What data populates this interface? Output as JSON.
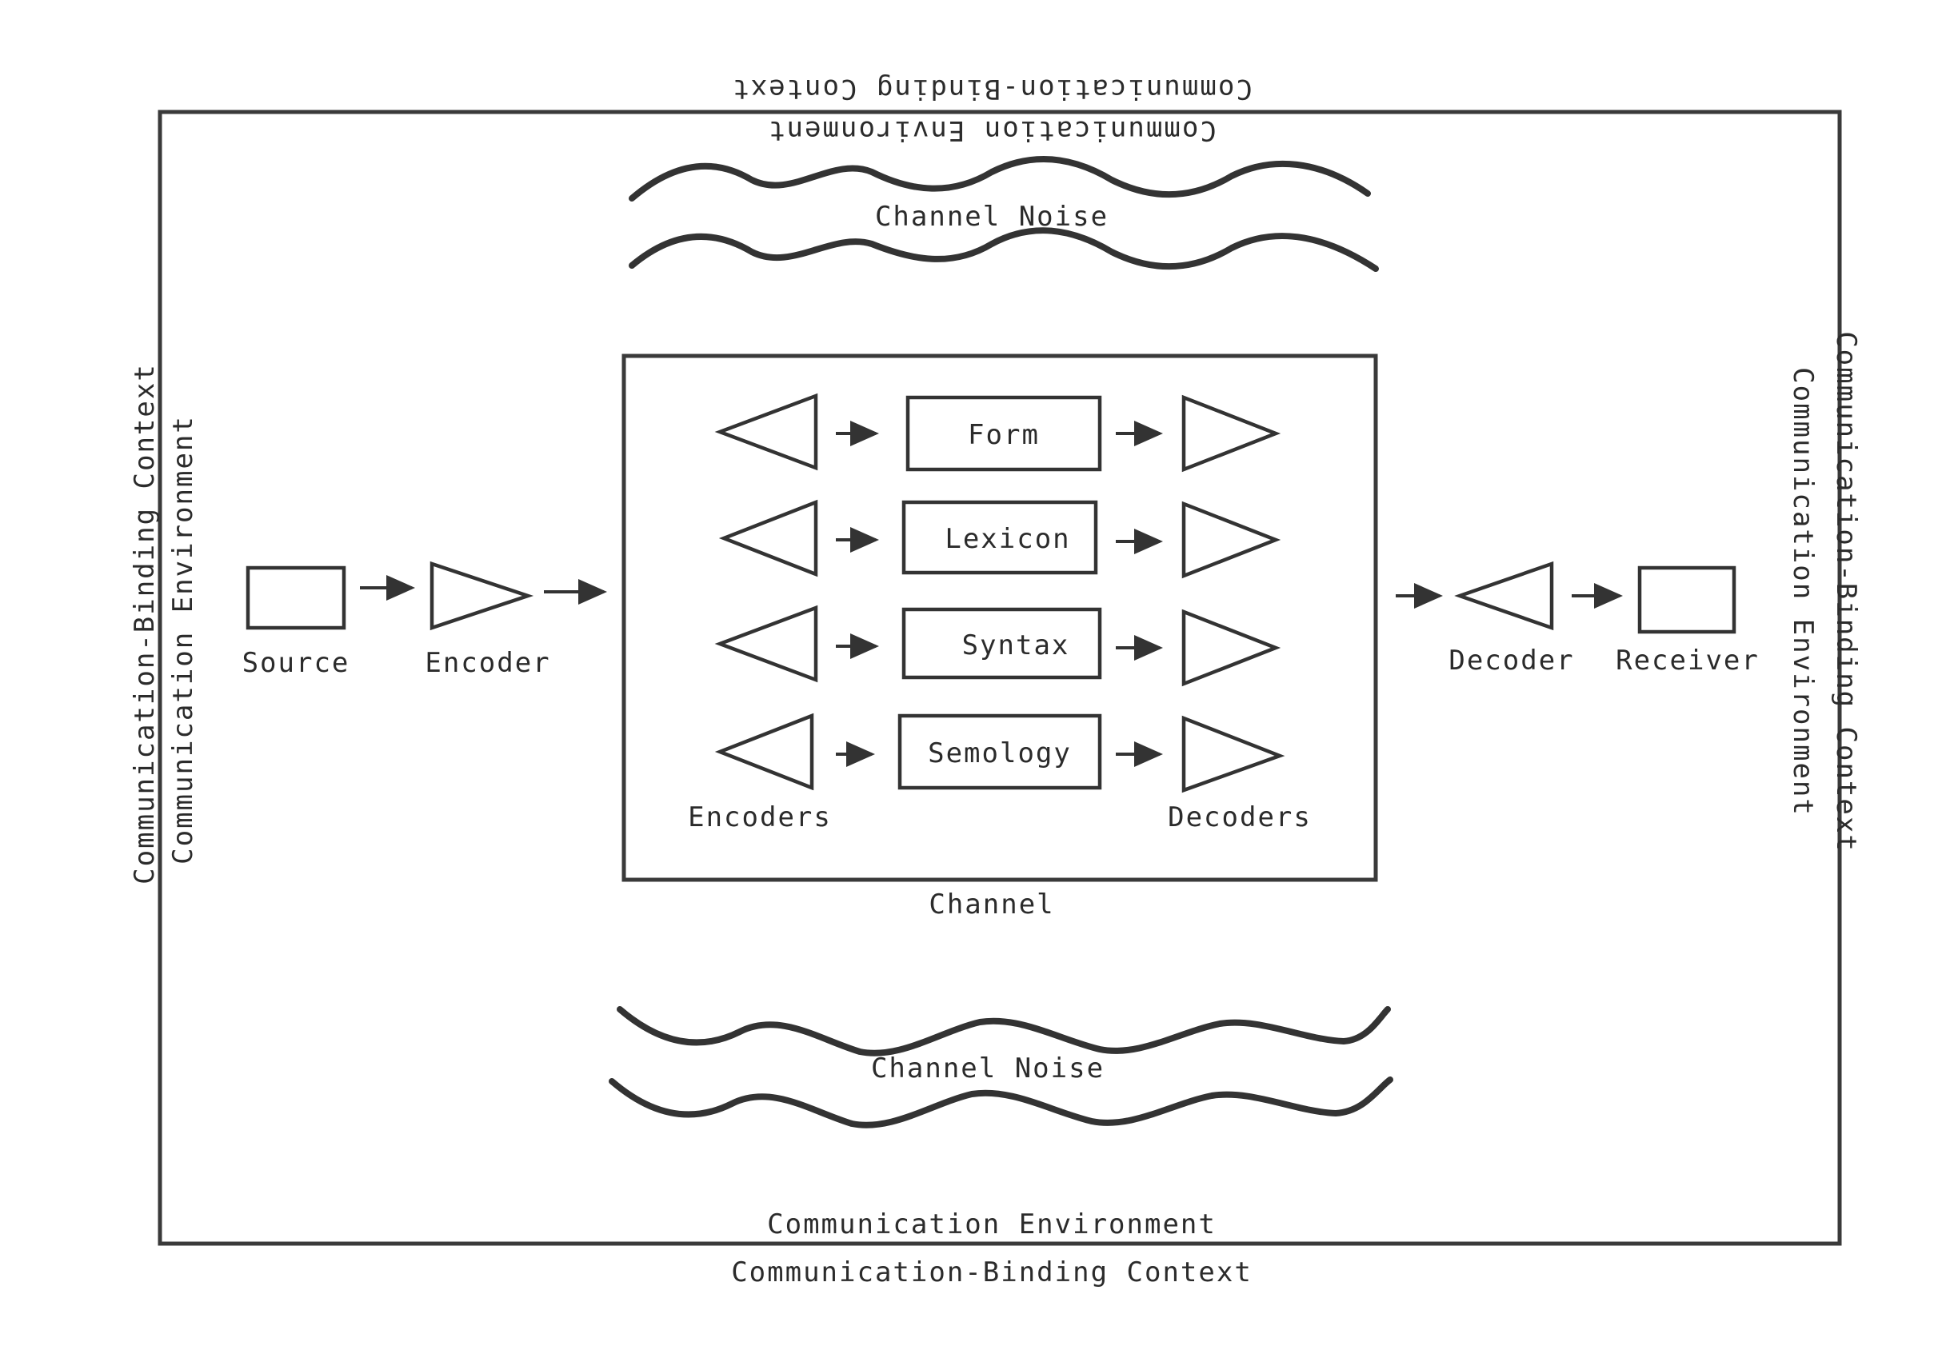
{
  "diagram": {
    "context_label": "Communication-Binding Context",
    "environment_label": "Communication Environment",
    "noise_label": "Channel Noise",
    "channel_label": "Channel",
    "source_label": "Source",
    "encoder_label": "Encoder",
    "decoder_label": "Decoder",
    "receiver_label": "Receiver",
    "encoders_label": "Encoders",
    "decoders_label": "Decoders",
    "levels": [
      "Form",
      "Lexicon",
      "Syntax",
      "Semology"
    ]
  }
}
